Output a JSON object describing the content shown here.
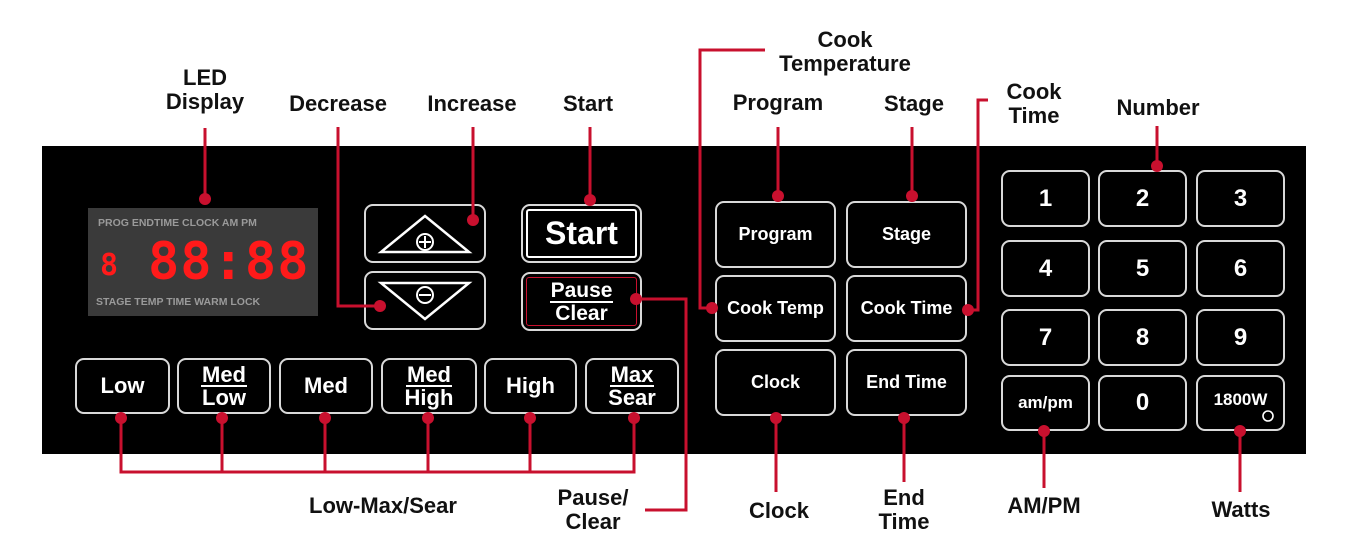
{
  "callouts": {
    "led_display": "LED\nDisplay",
    "decrease": "Decrease",
    "increase": "Increase",
    "start": "Start",
    "cook_temperature": "Cook\nTemperature",
    "program": "Program",
    "stage": "Stage",
    "cook_time": "Cook\nTime",
    "number": "Number",
    "low_max_sear": "Low-Max/Sear",
    "pause_clear": "Pause/\nClear",
    "clock": "Clock",
    "end_time": "End\nTime",
    "am_pm": "AM/PM",
    "watts": "Watts"
  },
  "led": {
    "top_labels": "PROG  ENDTIME  CLOCK  AM PM",
    "bottom_labels": "STAGE  TEMP TIME  WARM  LOCK",
    "digits": "88:88",
    "small_digit": "8"
  },
  "buttons": {
    "start": "Start",
    "pause": "Pause",
    "clear": "Clear",
    "program": "Program",
    "stage": "Stage",
    "cook_temp": "Cook Temp",
    "cook_time": "Cook Time",
    "clock": "Clock",
    "end_time": "End Time",
    "increase_symbol": "+",
    "decrease_symbol": "−"
  },
  "heat": {
    "low": "Low",
    "med_low_top": "Med",
    "med_low_bottom": "Low",
    "med": "Med",
    "med_high_top": "Med",
    "med_high_bottom": "High",
    "high": "High",
    "max_sear_top": "Max",
    "max_sear_bottom": "Sear"
  },
  "keypad": [
    "1",
    "2",
    "3",
    "4",
    "5",
    "6",
    "7",
    "8",
    "9",
    "am/pm",
    "0",
    "1800W"
  ],
  "colors": {
    "panel": "#000000",
    "accent": "#c8102e",
    "led": "#ff1a1a"
  }
}
